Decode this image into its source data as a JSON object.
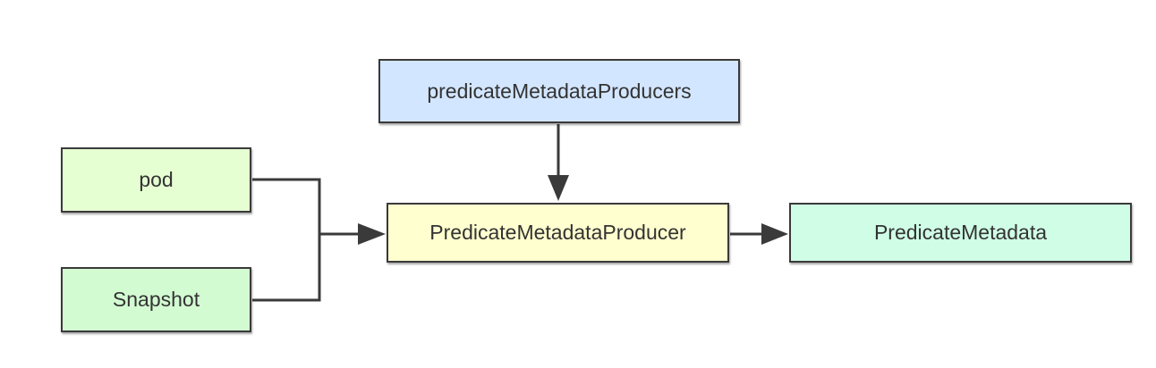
{
  "diagram": {
    "nodes": [
      {
        "id": "producers",
        "label": "predicateMetadataProducers",
        "color": "#d3e6ff"
      },
      {
        "id": "pod",
        "label": "pod",
        "color": "#e6ffd2"
      },
      {
        "id": "producer",
        "label": "PredicateMetadataProducer",
        "color": "#ffffcf"
      },
      {
        "id": "metadata",
        "label": "PredicateMetadata",
        "color": "#cffde6"
      },
      {
        "id": "snapshot",
        "label": "Snapshot",
        "color": "#d3fbd2"
      }
    ],
    "edges": [
      {
        "from": "producers",
        "to": "producer"
      },
      {
        "from": "pod",
        "to": "producer"
      },
      {
        "from": "snapshot",
        "to": "producer"
      },
      {
        "from": "producer",
        "to": "metadata"
      }
    ],
    "line_color": "#3a3a3a"
  }
}
